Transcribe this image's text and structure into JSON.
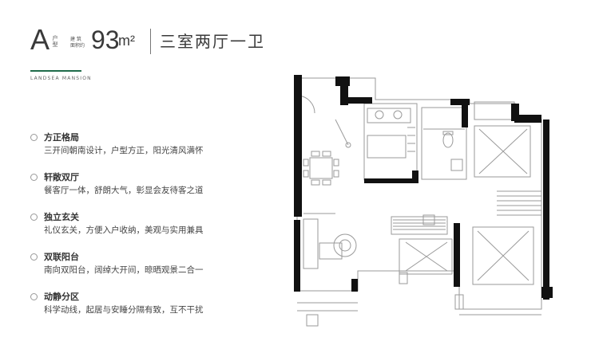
{
  "header": {
    "type_letter": "A",
    "type_suffix_1": "户",
    "type_suffix_2": "型",
    "area_label_1": "建 筑",
    "area_label_2": "面积约",
    "area_value": "93",
    "area_unit": "m²",
    "rooms": "三室两厅一卫"
  },
  "brand": "LANDSEA MANSION",
  "features": [
    {
      "title": "方正格局",
      "desc": "三开间朝南设计，户型方正，阳光清风满怀"
    },
    {
      "title": "轩敞双厅",
      "desc": "餐客厅一体，舒朗大气，彰显会友待客之道"
    },
    {
      "title": "独立玄关",
      "desc": "礼仪玄关，方便入户收纳，美观与实用兼具"
    },
    {
      "title": "双联阳台",
      "desc": "南向双阳台，阔绰大开间，晾晒观景二合一"
    },
    {
      "title": "动静分区",
      "desc": "科学动线，起居与安睡分隔有致，互不干扰"
    }
  ],
  "colors": {
    "accent": "#1f6b4a",
    "wall": "#111111",
    "line": "#9a9a9a"
  }
}
